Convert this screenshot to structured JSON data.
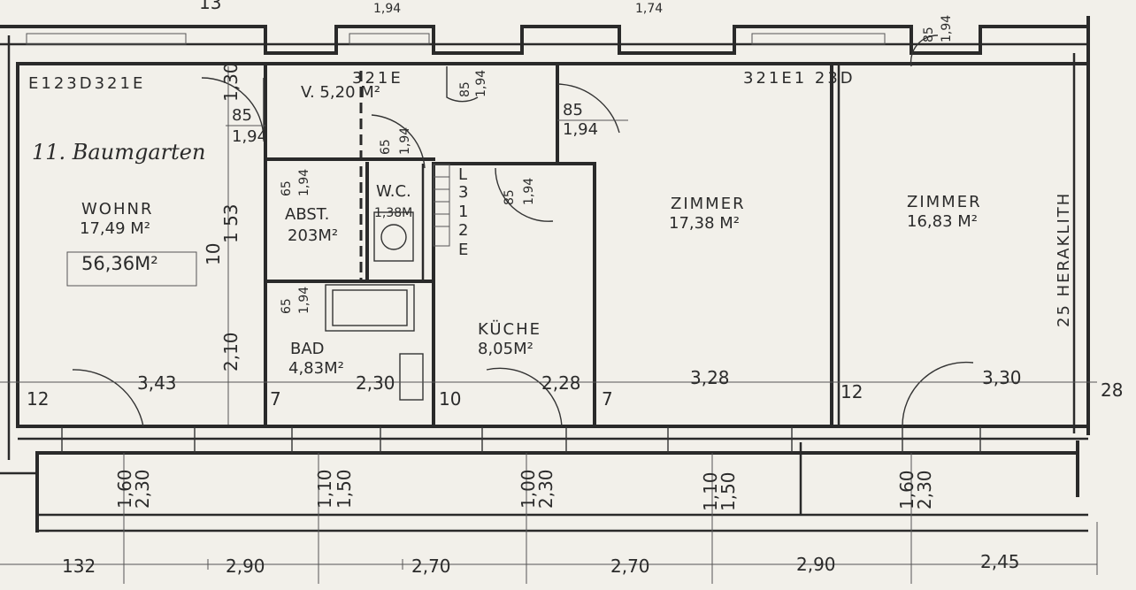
{
  "title_note": "11. Baumgarten",
  "area_box": "56,36M²",
  "rooms": {
    "wohnr": {
      "name": "WOHNR",
      "area": "17,49 M²"
    },
    "abst": {
      "name": "ABST.",
      "area": "203M²"
    },
    "wc": {
      "name": "W.C.",
      "area": "1,38M"
    },
    "kuche": {
      "name": "KÜCHE",
      "area": "8,05M²"
    },
    "bad": {
      "name": "BAD",
      "area": "4,83M²"
    },
    "zimmer1": {
      "name": "ZIMMER",
      "area": "17,38 M²"
    },
    "zimmer2": {
      "name": "ZIMMER",
      "area": "16,83 M²"
    },
    "vorraum": {
      "name": "V. 5,20 M²"
    }
  },
  "codes": {
    "left": "E123D321E",
    "mid": "321E",
    "right": "321E1 23D",
    "column_labels": [
      "L",
      "3",
      "1",
      "2",
      "E"
    ]
  },
  "heraklith": "25 HERAKLITH",
  "doors": {
    "top_left": "1,94",
    "top_mid": "1,74",
    "d1": {
      "w": "85",
      "h": "1,94"
    },
    "d2": {
      "w": "85",
      "h": "1,94"
    },
    "d3": {
      "w": "65",
      "h": "1,94"
    },
    "d4": {
      "w": "65",
      "h": "1,94"
    },
    "d5": {
      "w": "65",
      "h": "1,94"
    },
    "d6": {
      "w": "85",
      "h": "1,94"
    },
    "d7": {
      "w": "85",
      "h": "1,94"
    },
    "d8": {
      "w": "85",
      "h": "1,94"
    }
  },
  "dimensions": {
    "interior": [
      "3,43",
      "2,30",
      "2,28",
      "3,28",
      "3,30"
    ],
    "vertical_left": [
      "1,30",
      "1 53",
      "10",
      "2,10"
    ],
    "walls": [
      "12",
      "7",
      "10",
      "7",
      "12",
      "28"
    ],
    "windows": [
      {
        "a": "1,60",
        "b": "2,30"
      },
      {
        "a": "1,10",
        "b": "1,50"
      },
      {
        "a": "1,00",
        "b": "2,30"
      },
      {
        "a": "1,10",
        "b": "1,50"
      },
      {
        "a": "1,60",
        "b": "2,30"
      }
    ],
    "bottom": [
      "132",
      "2,90",
      "2,70",
      "2,70",
      "2,90",
      "2,45"
    ],
    "top_fragment": "13"
  }
}
